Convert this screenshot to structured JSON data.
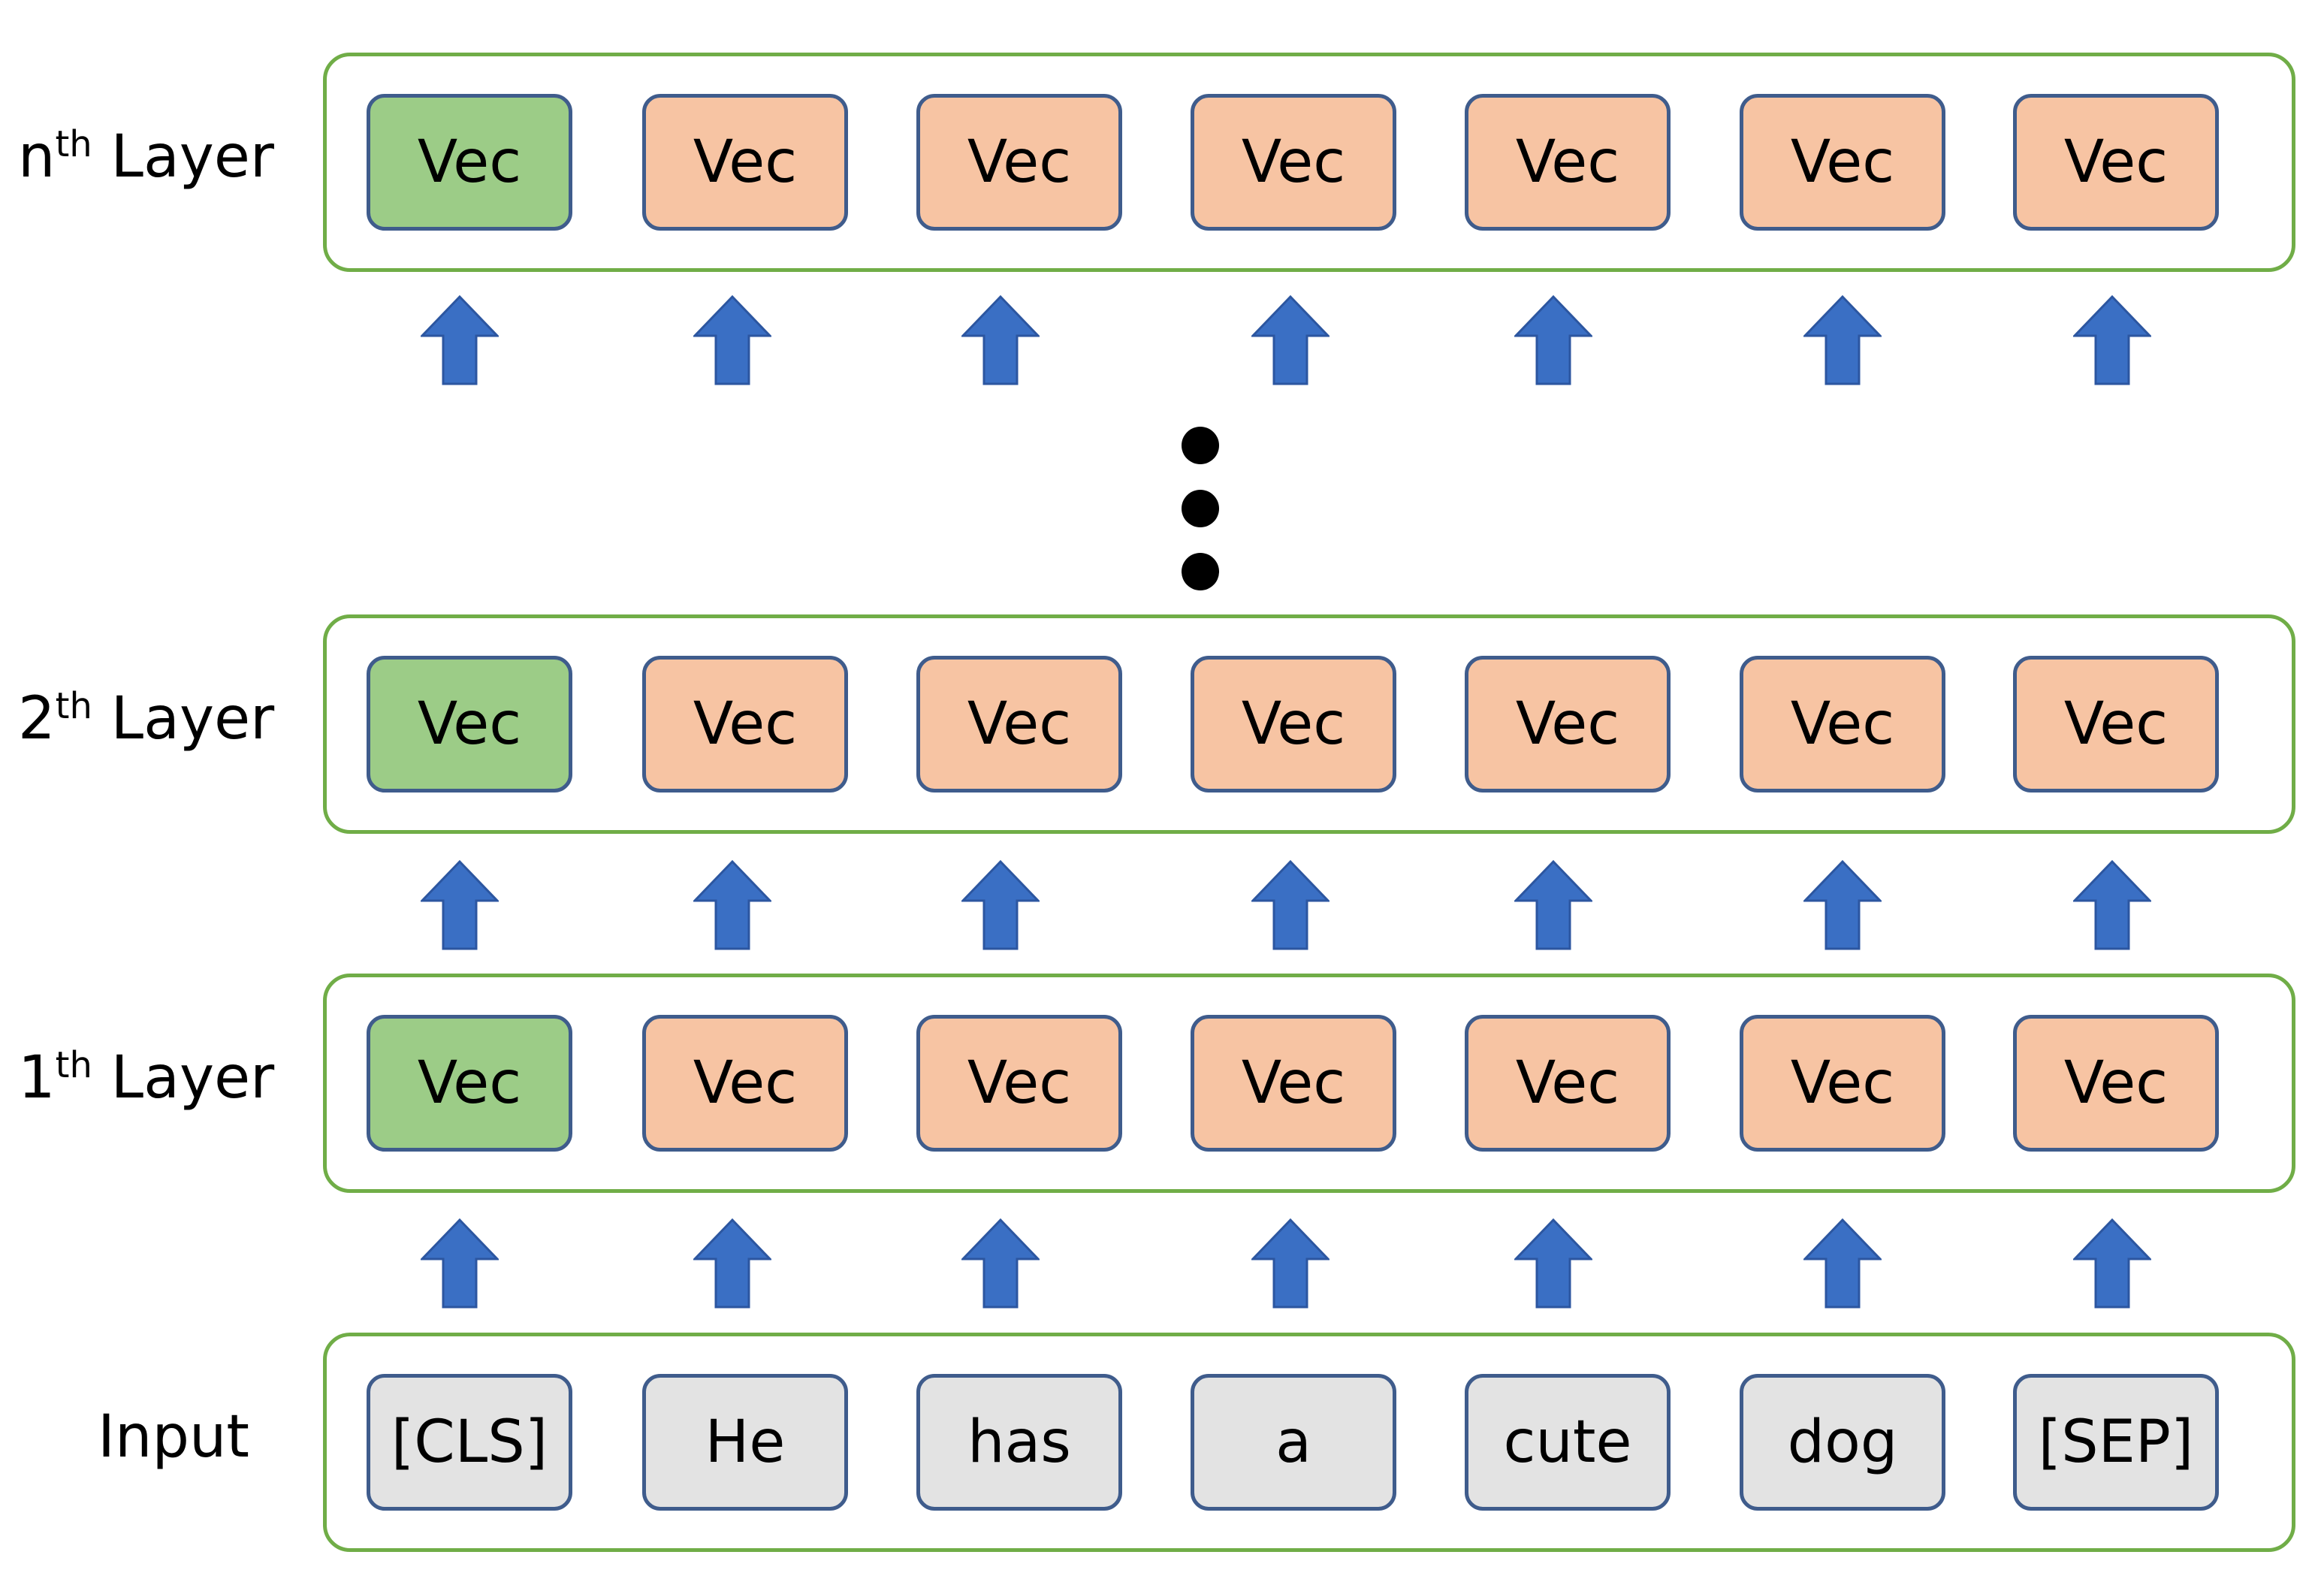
{
  "rows": [
    {
      "id": "n",
      "label_main": "n",
      "label_sup": "th",
      "label_rest": " Layer",
      "kind": "layer",
      "tokens": [
        "Vec",
        "Vec",
        "Vec",
        "Vec",
        "Vec",
        "Vec",
        "Vec"
      ]
    },
    {
      "id": "2",
      "label_main": "2",
      "label_sup": "th",
      "label_rest": " Layer",
      "kind": "layer",
      "tokens": [
        "Vec",
        "Vec",
        "Vec",
        "Vec",
        "Vec",
        "Vec",
        "Vec"
      ]
    },
    {
      "id": "1",
      "label_main": "1",
      "label_sup": "th",
      "label_rest": " Layer",
      "kind": "layer",
      "tokens": [
        "Vec",
        "Vec",
        "Vec",
        "Vec",
        "Vec",
        "Vec",
        "Vec"
      ]
    },
    {
      "id": "input",
      "label_main": "Input",
      "label_sup": "",
      "label_rest": "",
      "kind": "input",
      "tokens": [
        "[CLS]",
        "He",
        "has",
        "a",
        "cute",
        "dog",
        "[SEP]"
      ]
    }
  ],
  "colors": {
    "frame_border": "#70ad47",
    "cls_fill": "#9ccc87",
    "vec_fill": "#f7c4a3",
    "input_fill": "#e3e3e3",
    "token_border": "#3f5c8c",
    "arrow_fill": "#3a6fc4"
  },
  "icons": {
    "arrow": "up-arrow-icon",
    "ellipsis": "vertical-ellipsis-icon"
  }
}
